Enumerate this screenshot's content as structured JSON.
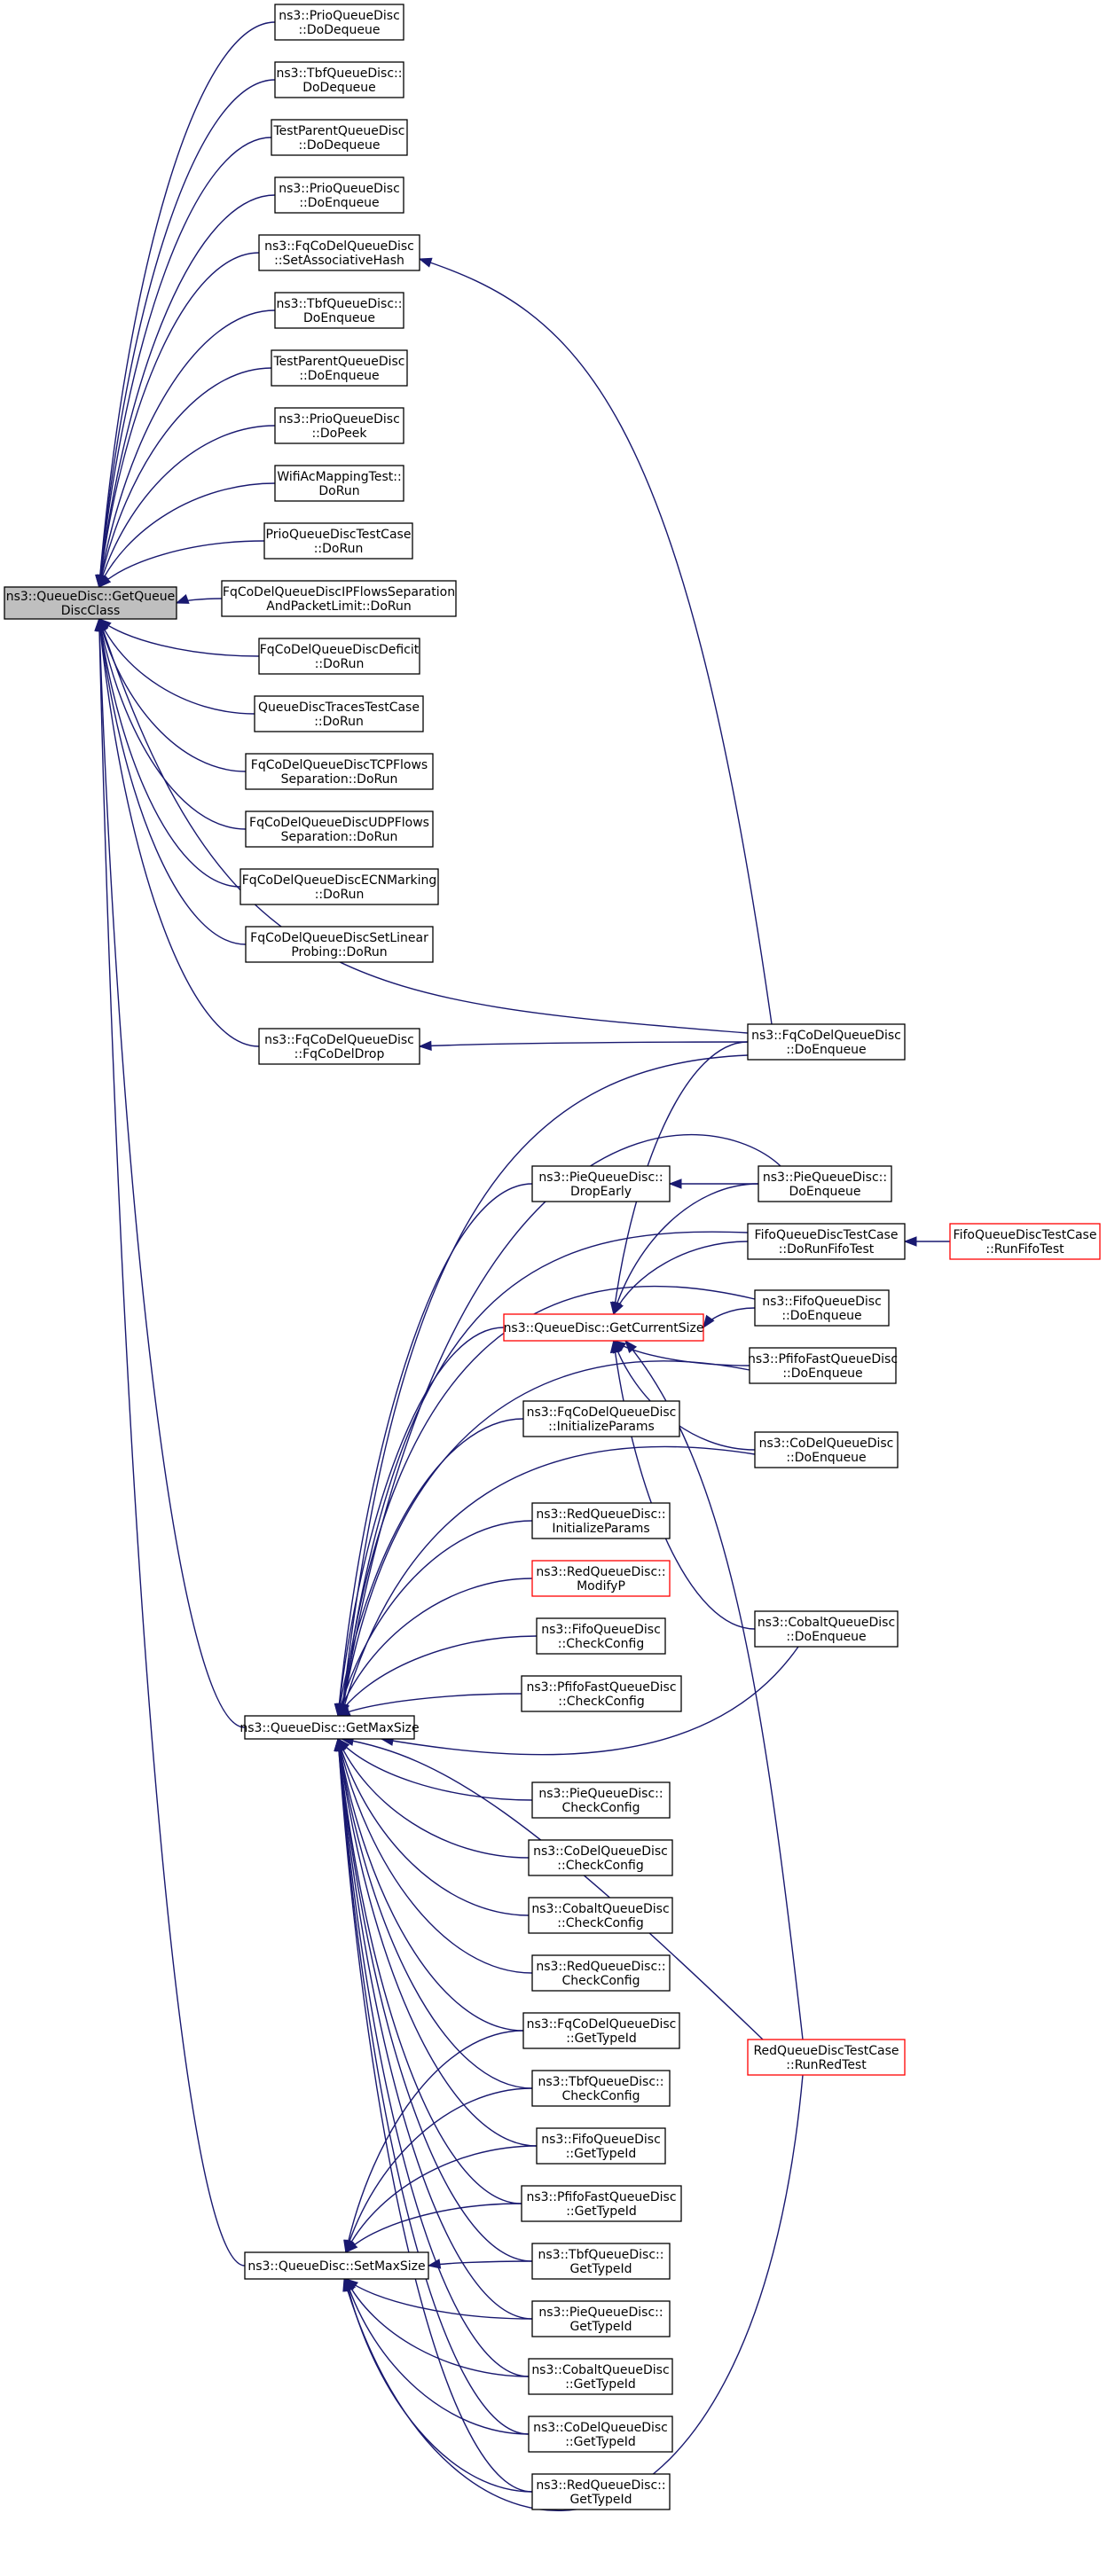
{
  "colors": {
    "edge": "#191970",
    "root_fill": "#bfbfbf",
    "node_border": "#000000",
    "alert_border": "#ff0000"
  },
  "nodes": [
    {
      "id": "root",
      "lines": [
        "ns3::QueueDisc::GetQueue",
        "DiscClass"
      ],
      "style": "root"
    },
    {
      "id": "prio_deq",
      "lines": [
        "ns3::PrioQueueDisc",
        "::DoDequeue"
      ]
    },
    {
      "id": "tbf_deq",
      "lines": [
        "ns3::TbfQueueDisc::",
        "DoDequeue"
      ]
    },
    {
      "id": "tpq_deq",
      "lines": [
        "TestParentQueueDisc",
        "::DoDequeue"
      ]
    },
    {
      "id": "prio_enq",
      "lines": [
        "ns3::PrioQueueDisc",
        "::DoEnqueue"
      ]
    },
    {
      "id": "fq_assoc",
      "lines": [
        "ns3::FqCoDelQueueDisc",
        "::SetAssociativeHash"
      ]
    },
    {
      "id": "tbf_enq",
      "lines": [
        "ns3::TbfQueueDisc::",
        "DoEnqueue"
      ]
    },
    {
      "id": "tpq_enq",
      "lines": [
        "TestParentQueueDisc",
        "::DoEnqueue"
      ]
    },
    {
      "id": "prio_peek",
      "lines": [
        "ns3::PrioQueueDisc",
        "::DoPeek"
      ]
    },
    {
      "id": "wifi_run",
      "lines": [
        "WifiAcMappingTest::",
        "DoRun"
      ]
    },
    {
      "id": "prio_tc",
      "lines": [
        "PrioQueueDiscTestCase",
        "::DoRun"
      ]
    },
    {
      "id": "fq_ip",
      "lines": [
        "FqCoDelQueueDiscIPFlowsSeparation",
        "AndPacketLimit::DoRun"
      ]
    },
    {
      "id": "fq_deficit",
      "lines": [
        "FqCoDelQueueDiscDeficit",
        "::DoRun"
      ]
    },
    {
      "id": "qd_traces",
      "lines": [
        "QueueDiscTracesTestCase",
        "::DoRun"
      ]
    },
    {
      "id": "fq_tcp",
      "lines": [
        "FqCoDelQueueDiscTCPFlows",
        "Separation::DoRun"
      ]
    },
    {
      "id": "fq_udp",
      "lines": [
        "FqCoDelQueueDiscUDPFlows",
        "Separation::DoRun"
      ]
    },
    {
      "id": "fq_ecn",
      "lines": [
        "FqCoDelQueueDiscECNMarking",
        "::DoRun"
      ]
    },
    {
      "id": "fq_linear",
      "lines": [
        "FqCoDelQueueDiscSetLinear",
        "Probing::DoRun"
      ]
    },
    {
      "id": "fq_drop",
      "lines": [
        "ns3::FqCoDelQueueDisc",
        "::FqCoDelDrop"
      ]
    },
    {
      "id": "fq_enq",
      "lines": [
        "ns3::FqCoDelQueueDisc",
        "::DoEnqueue"
      ]
    },
    {
      "id": "pie_early",
      "lines": [
        "ns3::PieQueueDisc::",
        "DropEarly"
      ]
    },
    {
      "id": "pie_enq",
      "lines": [
        "ns3::PieQueueDisc::",
        "DoEnqueue"
      ]
    },
    {
      "id": "fifo_tc",
      "lines": [
        "FifoQueueDiscTestCase",
        "::DoRunFifoTest"
      ]
    },
    {
      "id": "fifo_run",
      "lines": [
        "FifoQueueDiscTestCase",
        "::RunFifoTest"
      ],
      "style": "red"
    },
    {
      "id": "cur_size",
      "lines": [
        "ns3::QueueDisc::GetCurrentSize"
      ],
      "style": "red"
    },
    {
      "id": "fifo_enq",
      "lines": [
        "ns3::FifoQueueDisc",
        "::DoEnqueue"
      ]
    },
    {
      "id": "pfifo_enq",
      "lines": [
        "ns3::PfifoFastQueueDisc",
        "::DoEnqueue"
      ]
    },
    {
      "id": "fq_init",
      "lines": [
        "ns3::FqCoDelQueueDisc",
        "::InitializeParams"
      ]
    },
    {
      "id": "codel_enq",
      "lines": [
        "ns3::CoDelQueueDisc",
        "::DoEnqueue"
      ]
    },
    {
      "id": "red_init",
      "lines": [
        "ns3::RedQueueDisc::",
        "InitializeParams"
      ]
    },
    {
      "id": "red_modp",
      "lines": [
        "ns3::RedQueueDisc::",
        "ModifyP"
      ],
      "style": "red"
    },
    {
      "id": "fifo_cc",
      "lines": [
        "ns3::FifoQueueDisc",
        "::CheckConfig"
      ]
    },
    {
      "id": "cobalt_enq",
      "lines": [
        "ns3::CobaltQueueDisc",
        "::DoEnqueue"
      ]
    },
    {
      "id": "pfifo_cc",
      "lines": [
        "ns3::PfifoFastQueueDisc",
        "::CheckConfig"
      ]
    },
    {
      "id": "max_size",
      "lines": [
        "ns3::QueueDisc::GetMaxSize"
      ]
    },
    {
      "id": "pie_cc",
      "lines": [
        "ns3::PieQueueDisc::",
        "CheckConfig"
      ]
    },
    {
      "id": "codel_cc",
      "lines": [
        "ns3::CoDelQueueDisc",
        "::CheckConfig"
      ]
    },
    {
      "id": "cobalt_cc",
      "lines": [
        "ns3::CobaltQueueDisc",
        "::CheckConfig"
      ]
    },
    {
      "id": "red_cc",
      "lines": [
        "ns3::RedQueueDisc::",
        "CheckConfig"
      ]
    },
    {
      "id": "fq_tid",
      "lines": [
        "ns3::FqCoDelQueueDisc",
        "::GetTypeId"
      ]
    },
    {
      "id": "red_test",
      "lines": [
        "RedQueueDiscTestCase",
        "::RunRedTest"
      ],
      "style": "red"
    },
    {
      "id": "tbf_cc",
      "lines": [
        "ns3::TbfQueueDisc::",
        "CheckConfig"
      ]
    },
    {
      "id": "fifo_tid",
      "lines": [
        "ns3::FifoQueueDisc",
        "::GetTypeId"
      ]
    },
    {
      "id": "pfifo_tid",
      "lines": [
        "ns3::PfifoFastQueueDisc",
        "::GetTypeId"
      ]
    },
    {
      "id": "set_max",
      "lines": [
        "ns3::QueueDisc::SetMaxSize"
      ]
    },
    {
      "id": "tbf_tid",
      "lines": [
        "ns3::TbfQueueDisc::",
        "GetTypeId"
      ]
    },
    {
      "id": "pie_tid",
      "lines": [
        "ns3::PieQueueDisc::",
        "GetTypeId"
      ]
    },
    {
      "id": "cobalt_tid",
      "lines": [
        "ns3::CobaltQueueDisc",
        "::GetTypeId"
      ]
    },
    {
      "id": "codel_tid",
      "lines": [
        "ns3::CoDelQueueDisc",
        "::GetTypeId"
      ]
    },
    {
      "id": "red_tid",
      "lines": [
        "ns3::RedQueueDisc::",
        "GetTypeId"
      ]
    }
  ],
  "edges": [
    [
      "prio_deq",
      "root"
    ],
    [
      "tbf_deq",
      "root"
    ],
    [
      "tpq_deq",
      "root"
    ],
    [
      "prio_enq",
      "root"
    ],
    [
      "fq_assoc",
      "root"
    ],
    [
      "tbf_enq",
      "root"
    ],
    [
      "tpq_enq",
      "root"
    ],
    [
      "prio_peek",
      "root"
    ],
    [
      "wifi_run",
      "root"
    ],
    [
      "prio_tc",
      "root"
    ],
    [
      "fq_ip",
      "root"
    ],
    [
      "fq_deficit",
      "root"
    ],
    [
      "qd_traces",
      "root"
    ],
    [
      "fq_tcp",
      "root"
    ],
    [
      "fq_udp",
      "root"
    ],
    [
      "fq_ecn",
      "root"
    ],
    [
      "fq_linear",
      "root"
    ],
    [
      "fq_enq",
      "root"
    ],
    [
      "fq_drop",
      "root"
    ],
    [
      "max_size",
      "root"
    ],
    [
      "set_max",
      "root"
    ],
    [
      "fq_enq",
      "fq_assoc"
    ],
    [
      "fq_enq",
      "fq_drop"
    ],
    [
      "pie_enq",
      "pie_early"
    ],
    [
      "fifo_run",
      "fifo_tc"
    ],
    [
      "fq_enq",
      "cur_size"
    ],
    [
      "pie_enq",
      "cur_size"
    ],
    [
      "fifo_tc",
      "cur_size"
    ],
    [
      "fifo_enq",
      "cur_size"
    ],
    [
      "pfifo_enq",
      "cur_size"
    ],
    [
      "codel_enq",
      "cur_size"
    ],
    [
      "cobalt_enq",
      "cur_size"
    ],
    [
      "red_test",
      "cur_size"
    ],
    [
      "fq_enq",
      "max_size"
    ],
    [
      "pie_early",
      "max_size"
    ],
    [
      "pie_enq",
      "max_size"
    ],
    [
      "fifo_tc",
      "max_size"
    ],
    [
      "fifo_enq",
      "max_size"
    ],
    [
      "cur_size",
      "max_size"
    ],
    [
      "pfifo_enq",
      "max_size"
    ],
    [
      "fq_init",
      "max_size"
    ],
    [
      "codel_enq",
      "max_size"
    ],
    [
      "red_init",
      "max_size"
    ],
    [
      "red_modp",
      "max_size"
    ],
    [
      "fifo_cc",
      "max_size"
    ],
    [
      "pfifo_cc",
      "max_size"
    ],
    [
      "cobalt_enq",
      "max_size"
    ],
    [
      "pie_cc",
      "max_size"
    ],
    [
      "codel_cc",
      "max_size"
    ],
    [
      "cobalt_cc",
      "max_size"
    ],
    [
      "red_cc",
      "max_size"
    ],
    [
      "fq_tid",
      "max_size"
    ],
    [
      "tbf_cc",
      "max_size"
    ],
    [
      "fifo_tid",
      "max_size"
    ],
    [
      "pfifo_tid",
      "max_size"
    ],
    [
      "tbf_tid",
      "max_size"
    ],
    [
      "pie_tid",
      "max_size"
    ],
    [
      "cobalt_tid",
      "max_size"
    ],
    [
      "codel_tid",
      "max_size"
    ],
    [
      "red_tid",
      "max_size"
    ],
    [
      "red_test",
      "max_size"
    ],
    [
      "fq_tid",
      "set_max"
    ],
    [
      "tbf_cc",
      "set_max"
    ],
    [
      "fifo_tid",
      "set_max"
    ],
    [
      "pfifo_tid",
      "set_max"
    ],
    [
      "tbf_tid",
      "set_max"
    ],
    [
      "pie_tid",
      "set_max"
    ],
    [
      "cobalt_tid",
      "set_max"
    ],
    [
      "codel_tid",
      "set_max"
    ],
    [
      "red_tid",
      "set_max"
    ],
    [
      "red_test",
      "set_max"
    ]
  ]
}
